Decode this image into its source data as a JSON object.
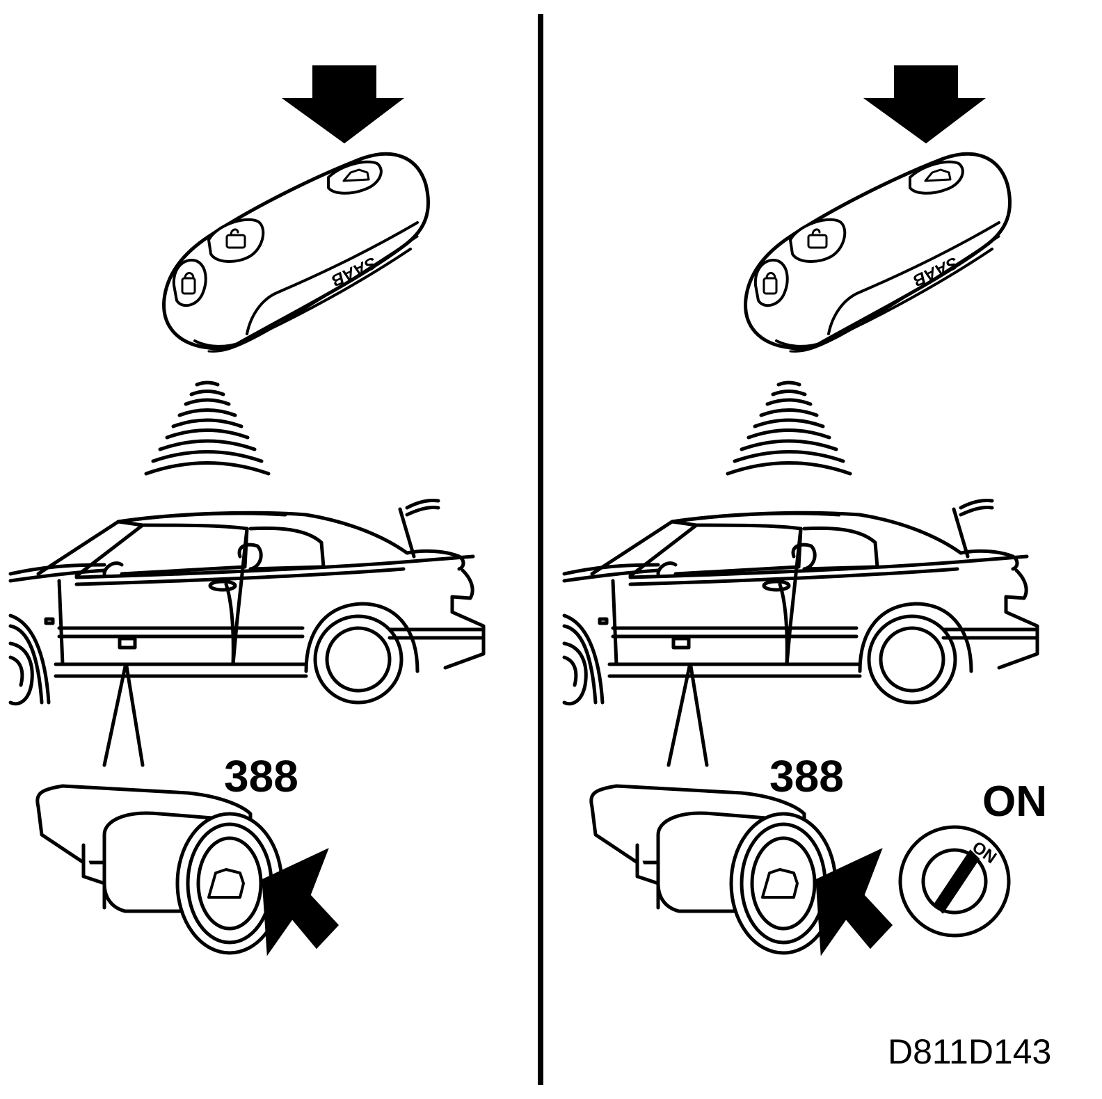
{
  "panels": [
    {
      "part_number": "388"
    },
    {
      "part_number": "388",
      "ignition_label": "ON",
      "ignition_dial_label": "ON"
    }
  ],
  "fob_badge": "SAAB",
  "figure_code": "D811D143",
  "icons": [
    "down-arrow-icon",
    "key-fob",
    "signal-waves-icon",
    "convertible-car",
    "trunk-release-switch",
    "press-arrow-icon",
    "ignition-switch"
  ]
}
